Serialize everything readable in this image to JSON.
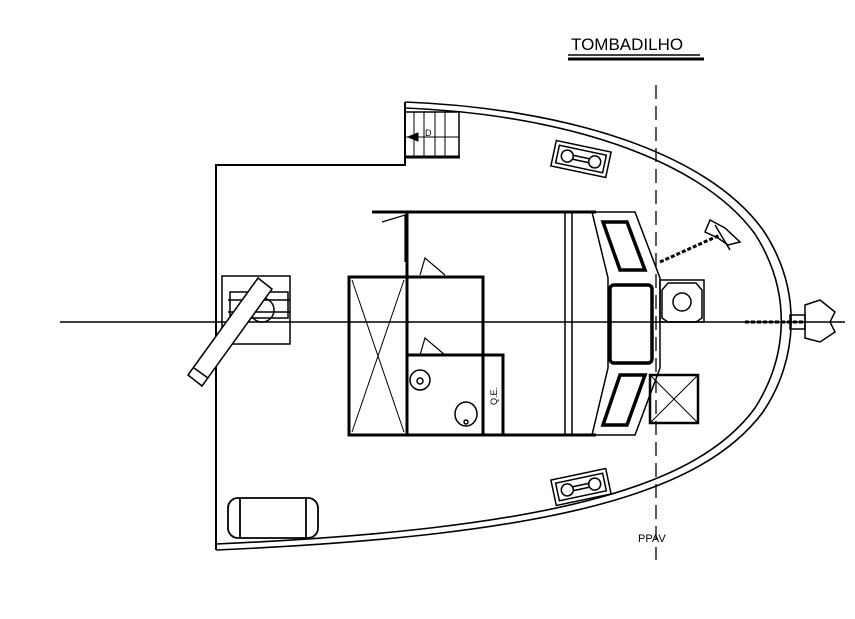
{
  "title": "TOMBADILHO",
  "labels": {
    "stair_direction": "D",
    "electrical_panel": "Q.E.",
    "forward_perpendicular": "PPAV"
  },
  "colors": {
    "line": "#000000",
    "background": "#ffffff",
    "text_accent": "#1a1a40"
  }
}
